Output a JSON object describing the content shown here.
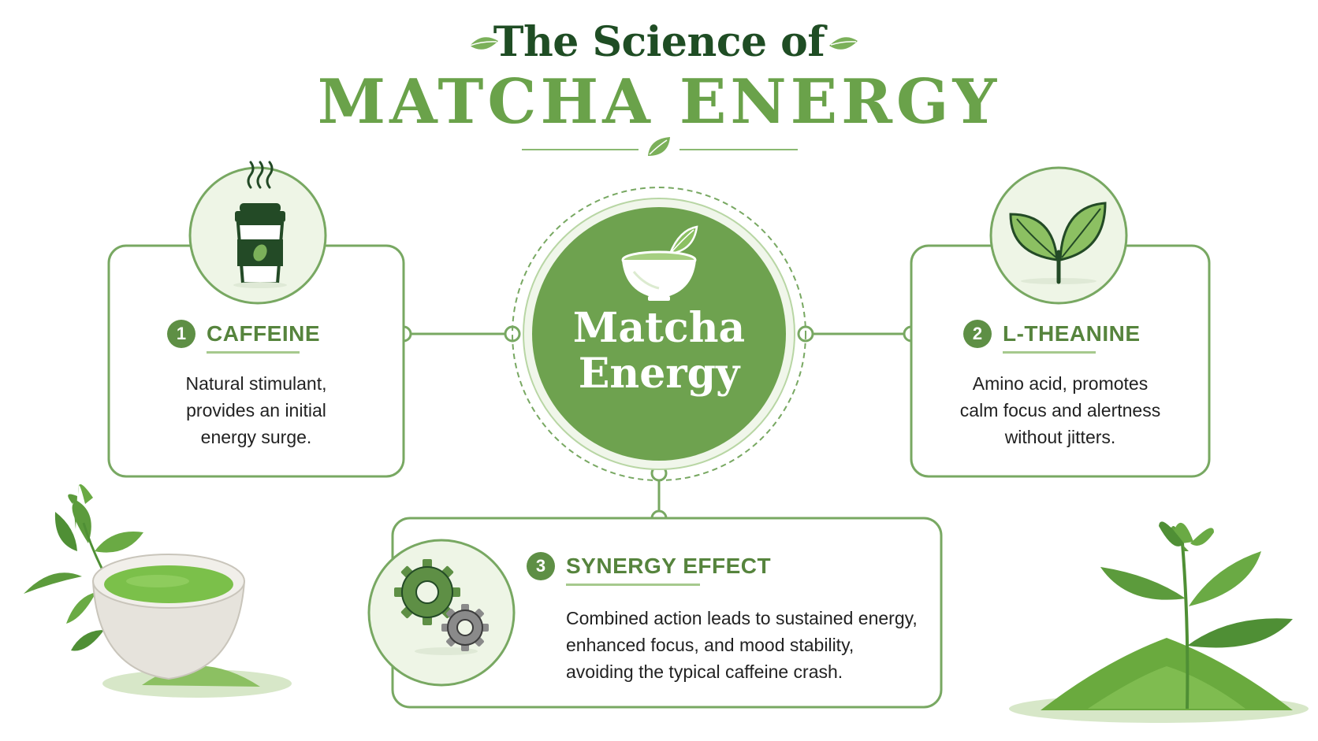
{
  "title": {
    "line1": "The Science of",
    "line2": "MATCHA ENERGY"
  },
  "center": {
    "line1": "Matcha",
    "line2": "Energy"
  },
  "nodes": [
    {
      "number": "1",
      "heading": "CAFFEINE",
      "icon": "coffee-cup-icon",
      "lines": [
        "Natural stimulant,",
        "provides an initial",
        "energy surge."
      ]
    },
    {
      "number": "2",
      "heading": "L-THEANINE",
      "icon": "leaf-sprout-icon",
      "lines": [
        "Amino acid, promotes",
        "calm focus and alertness",
        "without jitters."
      ]
    },
    {
      "number": "3",
      "heading": "SYNERGY EFFECT",
      "icon": "gears-icon",
      "lines": [
        "Combined action leads to sustained energy,",
        "enhanced focus, and mood stability,",
        "avoiding the typical caffeine crash."
      ]
    }
  ],
  "colors": {
    "dark_green": "#1f4d24",
    "accent_green": "#6aa24a",
    "circle_green": "#6ea24f",
    "border_green": "#78a862",
    "badge_green": "#5e8f45"
  }
}
